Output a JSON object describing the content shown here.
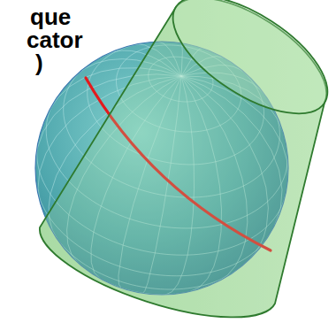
{
  "diagram": {
    "labels": [
      "que",
      "cator",
      ")"
    ]
  }
}
